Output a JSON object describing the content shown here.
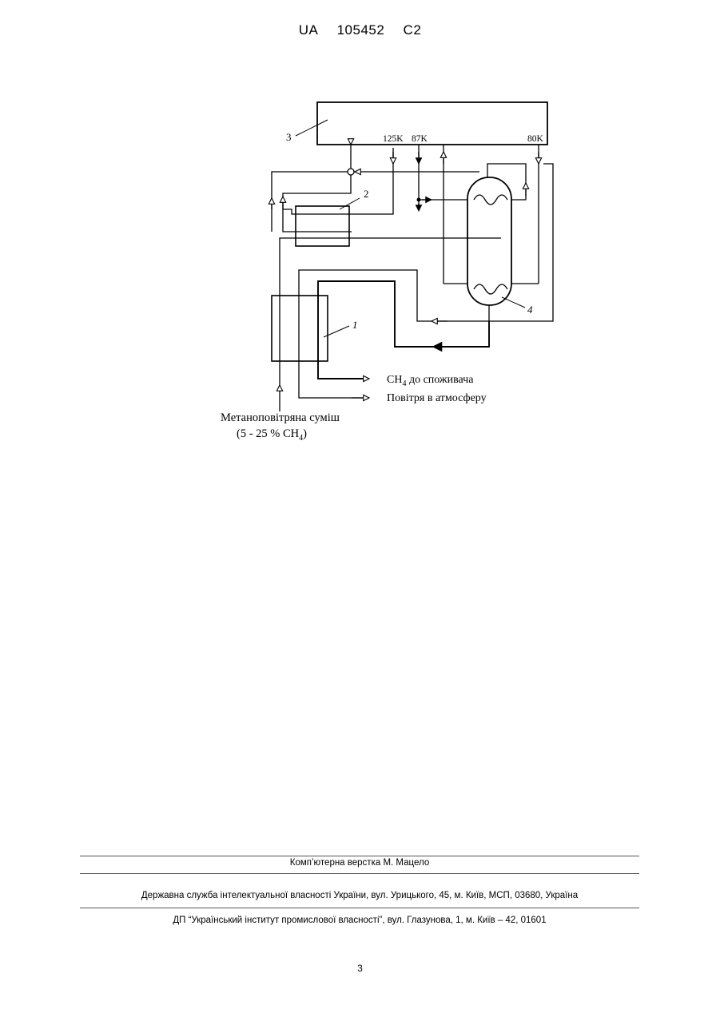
{
  "header": {
    "country": "UA",
    "number": "105452",
    "kind": "C2"
  },
  "diagram": {
    "labels": {
      "unit_3": "3",
      "unit_2": "2",
      "unit_1": "1",
      "unit_4": "4",
      "temp_125": "125K",
      "temp_87": "87K",
      "temp_80": "80K"
    },
    "outputs": {
      "methane": "CH",
      "methane_sub": "4",
      "methane_rest": " до споживача",
      "air": "Повітря в атмосферу"
    },
    "input": {
      "line1": "Метаноповітряна суміш",
      "line2_prefix": "(5 - 25 % CH",
      "line2_sub": "4",
      "line2_suffix": ")"
    }
  },
  "footer": {
    "layout_credit": "Комп’ютерна верстка М. Мацело",
    "agency": "Державна служба інтелектуальної власності України, вул. Урицького, 45, м. Київ, МСП, 03680, Україна",
    "institute": "ДП “Український інститут промислової власності”, вул. Глазунова, 1, м. Київ – 42, 01601"
  },
  "page_number": "3"
}
